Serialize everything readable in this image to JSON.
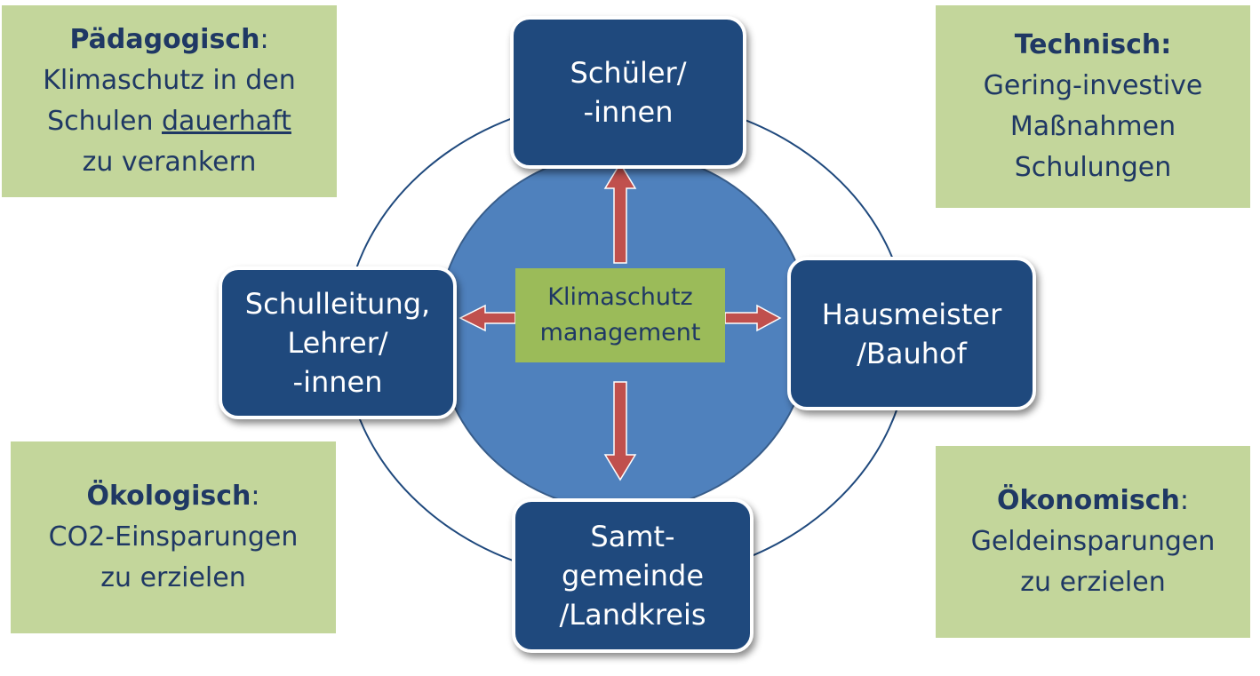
{
  "center": {
    "line1": "Klimaschutz",
    "line2": "management"
  },
  "nodes": {
    "top": {
      "line1": "Schüler/",
      "line2": "-innen"
    },
    "left": {
      "line1": "Schulleitung,",
      "line2": "Lehrer/",
      "line3": "-innen"
    },
    "right": {
      "line1": "Hausmeister",
      "line2": "/Bauhof"
    },
    "bottom": {
      "line1": "Samt-",
      "line2": "gemeinde",
      "line3": "/Landkreis"
    }
  },
  "goals": {
    "paedagogisch": {
      "title": "Pädagogisch",
      "colon": ":",
      "line1": "Klimaschutz in den",
      "line2_pre": "Schulen ",
      "line2_underlined": "dauerhaft",
      "line3": "zu verankern"
    },
    "technisch": {
      "title": "Technisch:",
      "line1": "Gering-investive",
      "line2": "Maßnahmen",
      "line3": "Schulungen"
    },
    "oekologisch": {
      "title": "Ökologisch",
      "colon": ":",
      "line1": "CO2-Einsparungen",
      "line2": "zu erzielen"
    },
    "oekonomisch": {
      "title": "Ökonomisch",
      "colon": ":",
      "line1": "Geldeinsparungen",
      "line2": "zu erzielen"
    }
  },
  "colors": {
    "node_fill": "#1f497d",
    "circle_fill": "#4f81bd",
    "goal_fill": "#c3d69b",
    "center_fill": "#9bbb59",
    "arrow_fill": "#c0504d"
  }
}
